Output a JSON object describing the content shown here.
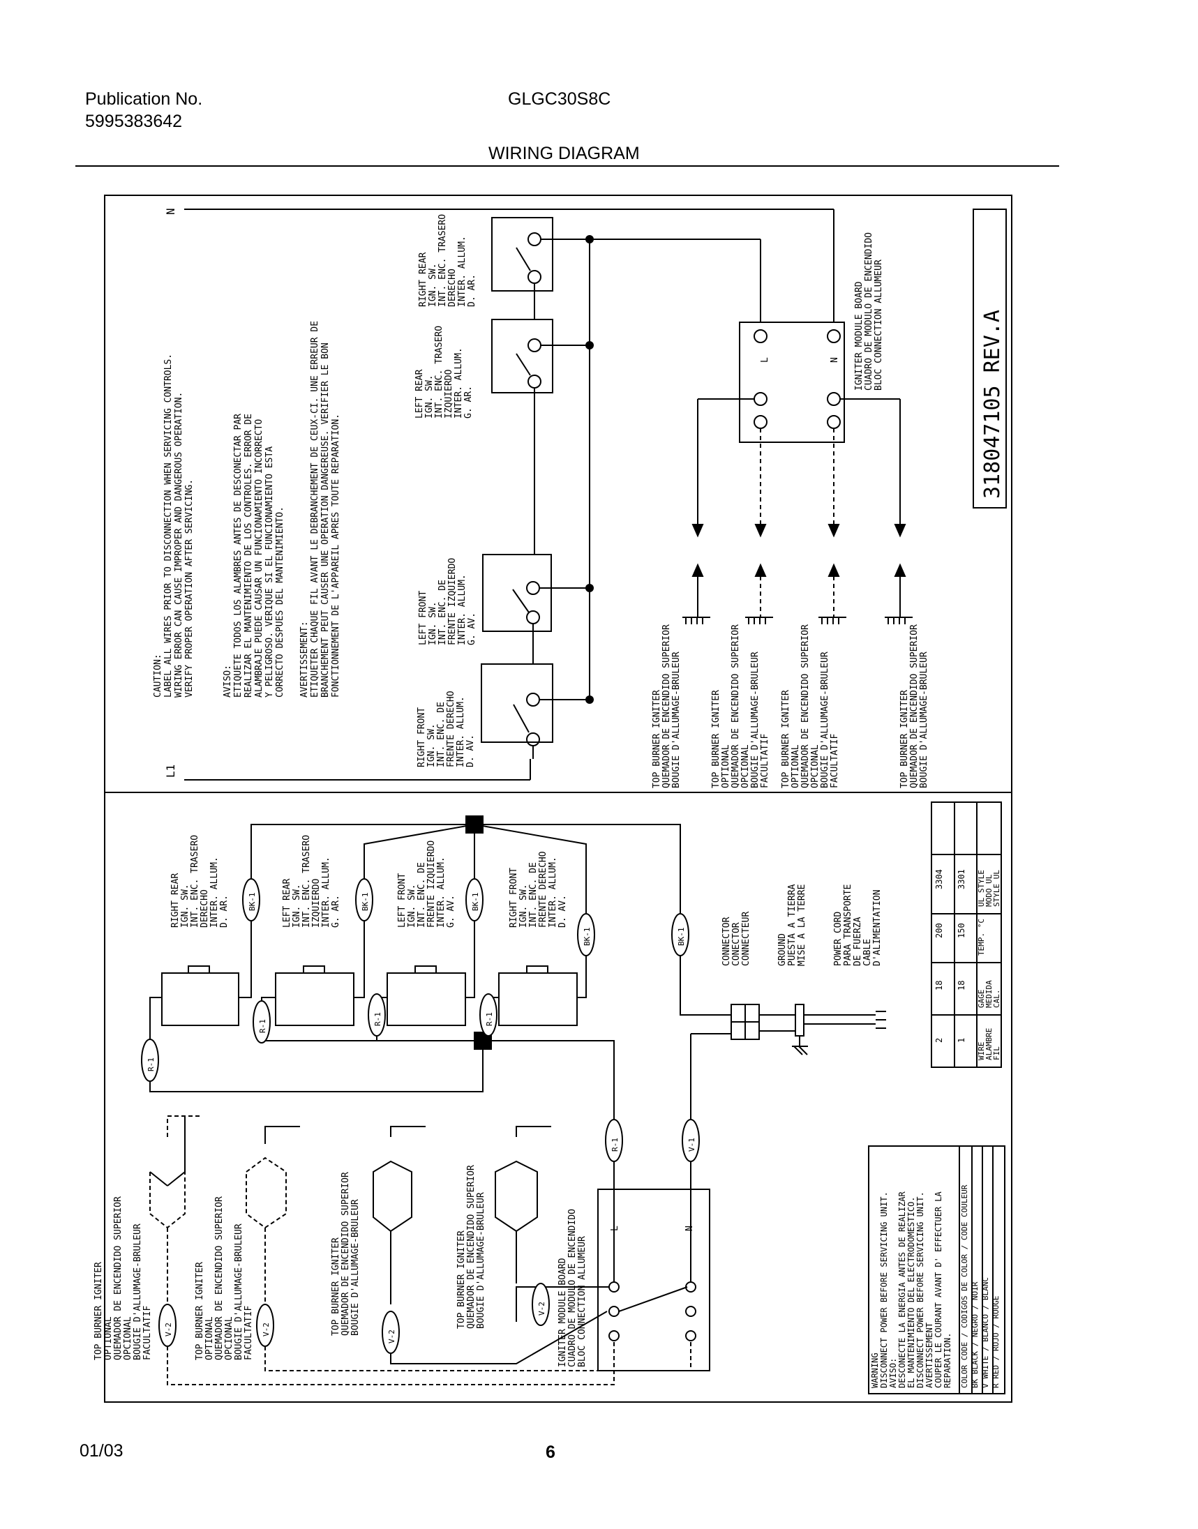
{
  "header": {
    "publication_label": "Publication No.",
    "publication_number": "5995383642",
    "model": "GLGC30S8C",
    "title": "WIRING DIAGRAM"
  },
  "footer": {
    "date": "01/03",
    "page": "6"
  },
  "diagram": {
    "part_number": "318047105 REV.A",
    "line_labels": {
      "neutral": "N",
      "line": "L1"
    },
    "caution": [
      "CAUTION:",
      "LABEL ALL WIRES PRIOR TO DISCONNECTION WHEN SERVICING CONTROLS.",
      "WIRING ERROR CAN CAUSE IMPROPER AND DANGEROUS OPERATION.",
      "VERIFY PROPER OPERATION AFTER SERVICING."
    ],
    "aviso": [
      "AVISO:",
      "ETIQUETE TODOS LOS ALAMBRES ANTES DE DESCONECTAR PAR",
      "REALIZAR EL MANTENIMIENTO DE LOS CONTROLES. ERROR DE",
      "ALAMBRAJE PUEDE CAUSAR UN FUNCIONAMIENTO INCORRECTO",
      "Y PELIGROSO. VERIQUE SI EL FUNCIONAMIENTO ESTA",
      "CORRECTO DESPUES DEL MANTENIMIENTO."
    ],
    "avertissement": [
      "AVERTISSEMENT:",
      "ETIQUETER CHAQUE FIL AVANT LE DEBRANCHEMENT DE CEUX-CI. UNE ERREUR DE",
      "BRANCHEMENT PEUT CAUSER UNE OPERATION DANGEREUSE. VERIFIER LE BON",
      "FONCTIONNEMENT DE L'APPAREIL APRES TOUTE REPARATION."
    ],
    "switches": [
      {
        "id": "rr",
        "label": [
          "RIGHT REAR",
          "IGN. SW.",
          "INT. ENC. TRASERO",
          "DERECHO",
          "INTER. ALLUM.",
          "D. AR."
        ]
      },
      {
        "id": "lr",
        "label": [
          "LEFT REAR",
          "IGN. SW.",
          "INT. ENC. TRASERO",
          "IZQUIERDO",
          "INTER. ALLUM.",
          "G. AR."
        ]
      },
      {
        "id": "lf",
        "label": [
          "LEFT FRONT",
          "IGN. SW.",
          "INT. ENC. DE",
          "FRENTE IZQUIERDO",
          "INTER. ALLUM.",
          "G. AV."
        ]
      },
      {
        "id": "rf",
        "label": [
          "RIGHT FRONT",
          "IGN. SW.",
          "INT. ENC. DE",
          "FRENTE DERECHO",
          "INTER. ALLUM.",
          "D. AV."
        ]
      }
    ],
    "igniter_module": [
      "IGNITER MODULE BOARD",
      "CUADRO DE MODULO DE ENCENDIDO",
      "BLOC CONNECTION ALLUMEUR"
    ],
    "igniter_optional": [
      "TOP BURNER IGNITER",
      "OPTIONAL",
      "QUEMADOR DE ENCENDIDO SUPERIOR",
      "OPCIONAL",
      "BOUGIE D'ALLUMAGE-BRULEUR",
      "FACULTATIF"
    ],
    "igniter_standard": [
      "TOP BURNER IGNITER",
      "QUEMADOR DE ENCENDIDO SUPERIOR",
      "BOUGIE D'ALLUMAGE-BRULEUR"
    ],
    "connector": [
      "CONNECTOR",
      "CONECTOR",
      "CONNECTEUR"
    ],
    "ground": [
      "GROUND",
      "PUESTA A TIERRA",
      "MISE A LA TERRE"
    ],
    "power_cord": [
      "POWER CORD",
      "PARA TRANSPORTE",
      "DE FUERZA",
      "CABLE",
      "D'ALIMENTATION"
    ],
    "wire_table": {
      "rows": [
        {
          "label": [
            "WIRE",
            "ALAMBRE",
            "FIL"
          ],
          "values": [
            "2",
            "1"
          ]
        },
        {
          "label": [
            "GAGE",
            "MEDIDA",
            "CAL."
          ],
          "values": [
            "18",
            "18"
          ]
        },
        {
          "label": [
            "TEMP. °C"
          ],
          "values": [
            "200",
            "150"
          ]
        },
        {
          "label": [
            "UL STYLE",
            "MODO UL",
            "STYLE UL"
          ],
          "values": [
            "3304",
            "3301"
          ]
        }
      ]
    },
    "warning": [
      "WARNING",
      "DISCONNECT POWER BEFORE SERVICING UNIT.",
      "AVISO:",
      "DESCONECTE LA ENERGIA ANTES DE REALIZAR",
      "EL MANTENIMIENTO DEL ELECTRODOMESTICO.",
      "DISCONNECT POWER BEFORE SERVICING UNIT.",
      "AVERTISSEMENT",
      "COUPER LE COURANT AVANT D' EFFECTUER LA",
      "REPARATION."
    ],
    "color_code": [
      "COLOR CODE / CODIGOS DE COLOR / CODE COULEUR",
      "BK BLACK / NEGRO / NOIR",
      "V WHITE / BLANCO / BLANC",
      "R RED / ROJO / ROUGE"
    ],
    "wire_tags": {
      "bk": "BK-1",
      "r": "R-1",
      "v1": "V-1",
      "v2": "V-2"
    },
    "module_terms": {
      "l": "L",
      "n": "N"
    }
  }
}
